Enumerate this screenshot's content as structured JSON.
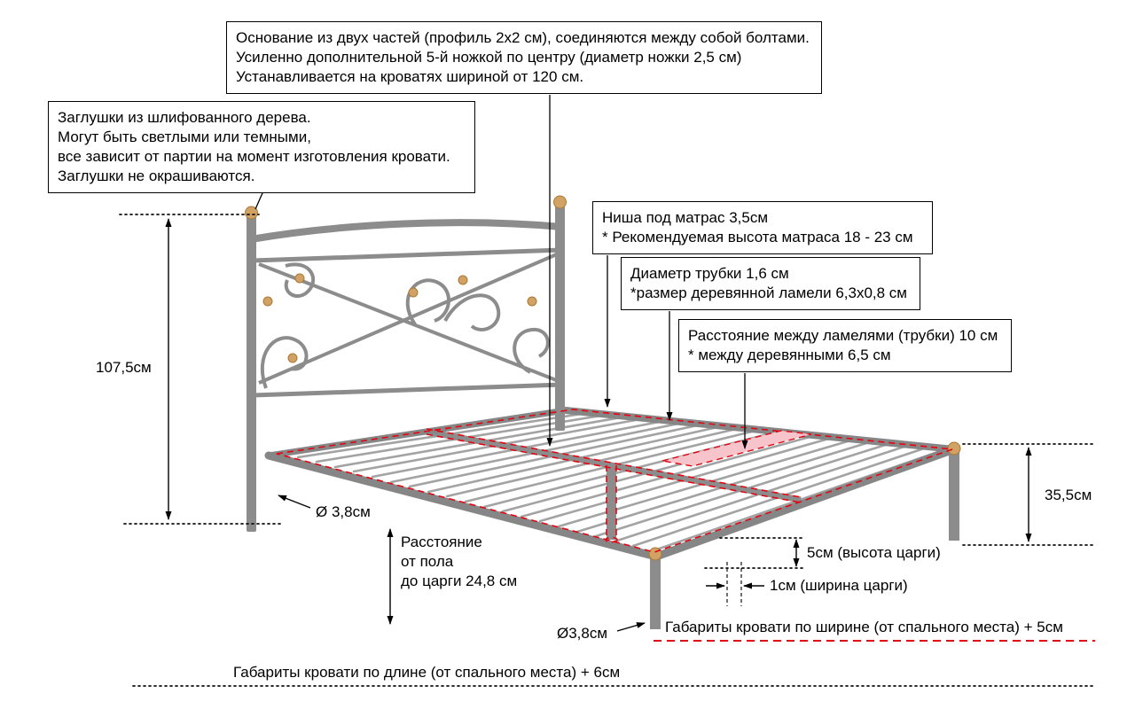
{
  "callouts": {
    "base": {
      "lines": [
        "Основание из двух частей (профиль 2х2 см), соединяются между собой болтами.",
        "Усиленно дополнительной 5-й ножкой по центру (диаметр ножки 2,5 см)",
        "Устанавливается на кроватях шириной от 120 см."
      ]
    },
    "caps": {
      "lines": [
        "Заглушки из шлифованного дерева.",
        "Могут быть светлыми или темными,",
        "все зависит от партии на момент изготовления кровати.",
        "Заглушки не окрашиваются."
      ]
    },
    "mattress_niche": {
      "lines": [
        "Ниша под матрас 3,5см",
        "* Рекомендуемая высота матраса 18 - 23 см"
      ]
    },
    "tube": {
      "lines": [
        "Диаметр трубки 1,6 см",
        "*размер деревянной ламели 6,3х0,8 см"
      ]
    },
    "slat_spacing": {
      "lines": [
        "Расстояние между ламелями (трубки) 10 см",
        "* между деревянными 6,5 см"
      ]
    }
  },
  "dimensions": {
    "headboard_height": "107,5см",
    "front_leg_diameter": "Ø 3,8см",
    "floor_to_rail_line1": "Расстояние",
    "floor_to_rail_line2": "от пола",
    "floor_to_rail_line3": "до царги 24,8 см",
    "footboard_height": "35,5см",
    "rail_height": "5см (высота царги)",
    "rail_width": "1см (ширина царги)",
    "center_leg_diameter": "Ø3,8см",
    "overall_width": "Габариты кровати по ширине (от спального места) + 5см",
    "overall_length": "Габариты кровати по длине (от спального места) + 6см"
  },
  "colors": {
    "frame": "#8c8c8c",
    "accent_red": "#e30613",
    "wood_cap": "#d2a265"
  }
}
